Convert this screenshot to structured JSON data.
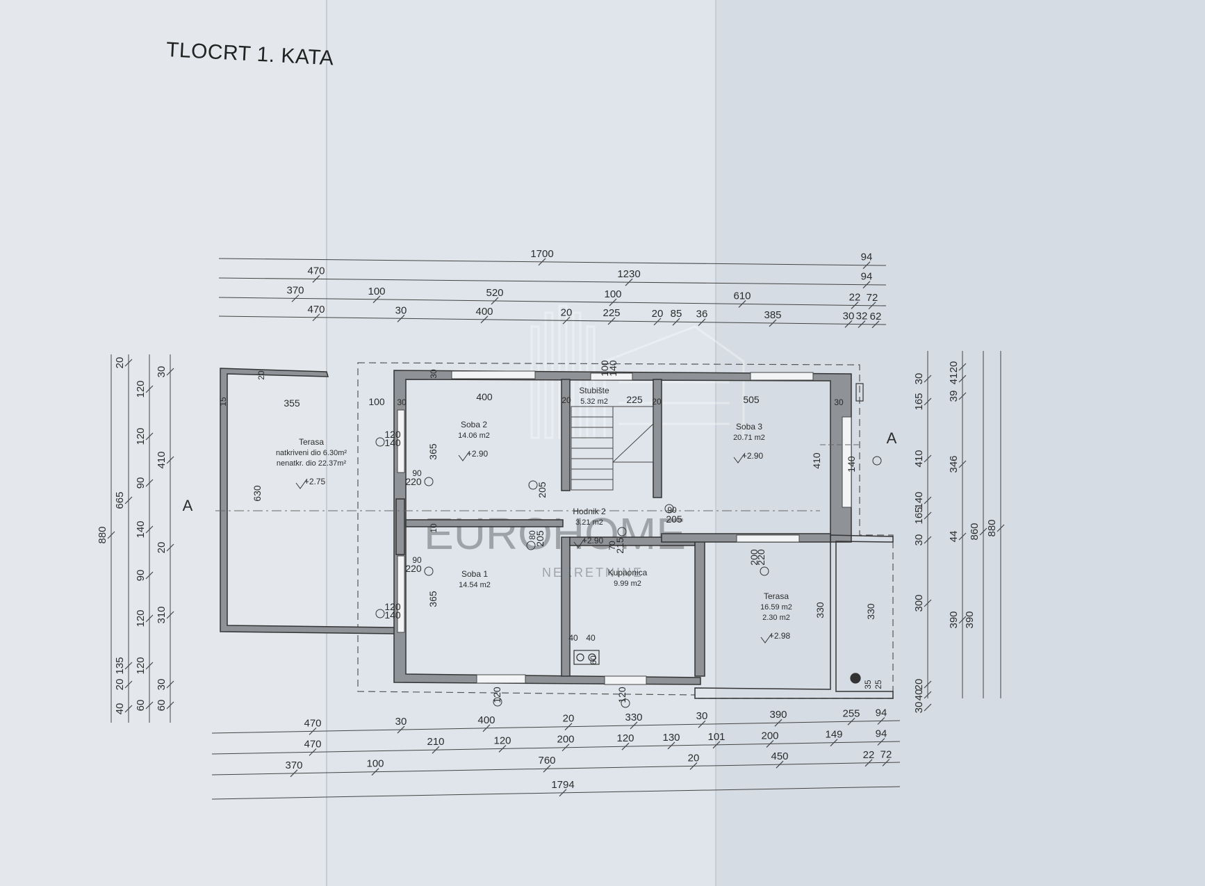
{
  "title": "TLOCRT 1. KATA",
  "watermark": {
    "line1": "EUROHOME",
    "line2": "NEKRETNINE"
  },
  "section_labels": [
    "A",
    "A"
  ],
  "rooms": [
    {
      "name": "Terasa",
      "lines": [
        "natkriveni dio 6.30m²",
        "nenatkr. dio 22.37m²"
      ],
      "level": "+2.75"
    },
    {
      "name": "Soba 2",
      "lines": [
        "14.06 m2"
      ],
      "level": "+2.90"
    },
    {
      "name": "Stubište",
      "lines": [
        "5.32 m2"
      ],
      "level": ""
    },
    {
      "name": "Soba 3",
      "lines": [
        "20.71 m2"
      ],
      "level": "+2.90"
    },
    {
      "name": "Hodnik 2",
      "lines": [
        "3.21 m2"
      ],
      "level": "+2.90"
    },
    {
      "name": "Soba 1",
      "lines": [
        "14.54 m2"
      ],
      "level": ""
    },
    {
      "name": "Kupaonica",
      "lines": [
        "9.99 m2"
      ],
      "level": ""
    },
    {
      "name": "Terasa",
      "lines": [
        "16.59 m2",
        "2.30 m2"
      ],
      "level": "+2.98"
    }
  ],
  "dimensions_top": {
    "row1": [
      "1700",
      "94"
    ],
    "row2": [
      "470",
      "1230",
      "94"
    ],
    "row3": [
      "370",
      "100",
      "520",
      "100",
      "610",
      "22",
      "72"
    ],
    "row4": [
      "470",
      "30",
      "400",
      "20",
      "225",
      "20",
      "85",
      "36",
      "385",
      "30",
      "32",
      "62"
    ]
  },
  "dimensions_bottom": {
    "row1": [
      "470",
      "30",
      "400",
      "20",
      "330",
      "30",
      "390",
      "255",
      "94"
    ],
    "row2": [
      "470",
      "210",
      "120",
      "200",
      "120",
      "130",
      "101",
      "200",
      "149",
      "94"
    ],
    "row3": [
      "370",
      "100",
      "760",
      "20",
      "450",
      "22",
      "72"
    ],
    "row4": [
      "1794"
    ]
  },
  "dimensions_left": {
    "outer": [
      "880"
    ],
    "second": [
      "20",
      "665",
      "135",
      "20",
      "40"
    ],
    "third": [
      "120",
      "120",
      "90",
      "140",
      "90",
      "120",
      "120",
      "60"
    ],
    "fourth": [
      "30",
      "410",
      "20",
      "310",
      "30",
      "60"
    ]
  },
  "dimensions_right": {
    "inner": [
      "30",
      "165",
      "410",
      "140",
      "165",
      "30",
      "300",
      "20",
      "40",
      "30"
    ],
    "second": [
      "41",
      "39",
      "20",
      "346",
      "44",
      "390"
    ],
    "third": [
      "860"
    ],
    "outer": [
      "880",
      "390"
    ]
  },
  "inner_dims": [
    "355",
    "100",
    "30",
    "400",
    "20",
    "225",
    "20",
    "505",
    "30",
    "630",
    "365",
    "365",
    "410",
    "330",
    "330",
    "15",
    "20",
    "30",
    "10",
    "120",
    "140",
    "90",
    "220",
    "90",
    "220",
    "120",
    "140",
    "200",
    "220",
    "90",
    "205",
    "80",
    "205",
    "70",
    "215",
    "40",
    "40",
    "60",
    "120",
    "120",
    "35",
    "25",
    "100",
    "140",
    "140",
    "205"
  ]
}
